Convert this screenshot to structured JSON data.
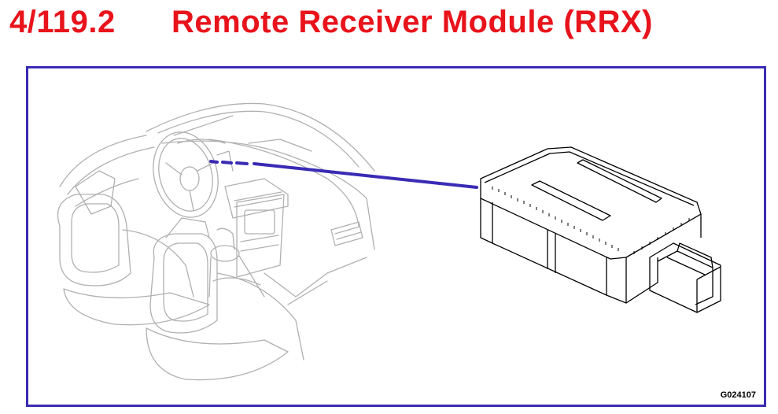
{
  "header": {
    "section_number": "4/119.2",
    "title": "Remote Receiver Module (RRX)"
  },
  "figure": {
    "code": "G024107"
  },
  "colors": {
    "title": "#e8131b",
    "frame": "#3a2bb5",
    "leader_line": "#3a2bb5",
    "car_outline": "#b0b0b0",
    "module_outline": "#000000"
  }
}
